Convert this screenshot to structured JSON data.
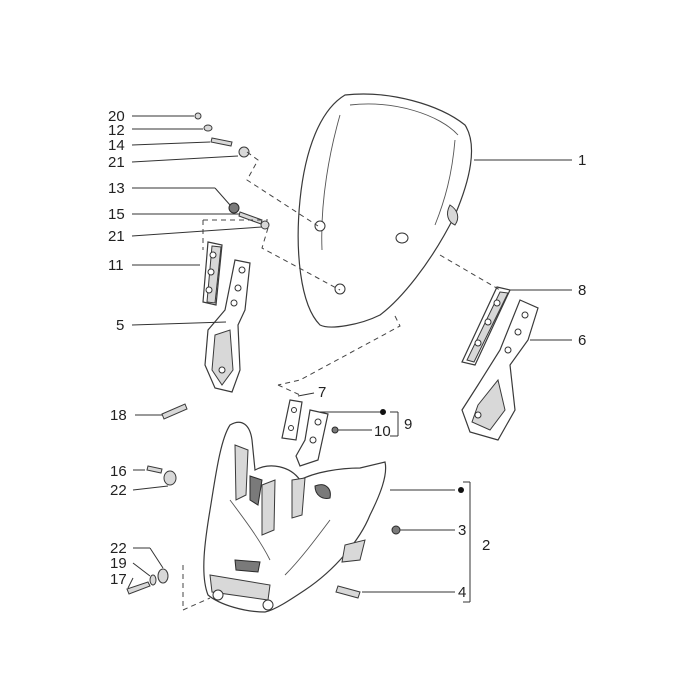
{
  "callouts": {
    "c1": "1",
    "c2": "2",
    "c3": "3",
    "c4": "4",
    "c5": "5",
    "c6": "6",
    "c7": "7",
    "c8": "8",
    "c9": "9",
    "c10": "10",
    "c11": "11",
    "c12": "12",
    "c13": "13",
    "c14": "14",
    "c15": "15",
    "c16": "16",
    "c17": "17",
    "c18": "18",
    "c19": "19",
    "c20": "20",
    "c21a": "21",
    "c21b": "21",
    "c22a": "22",
    "c22b": "22"
  }
}
